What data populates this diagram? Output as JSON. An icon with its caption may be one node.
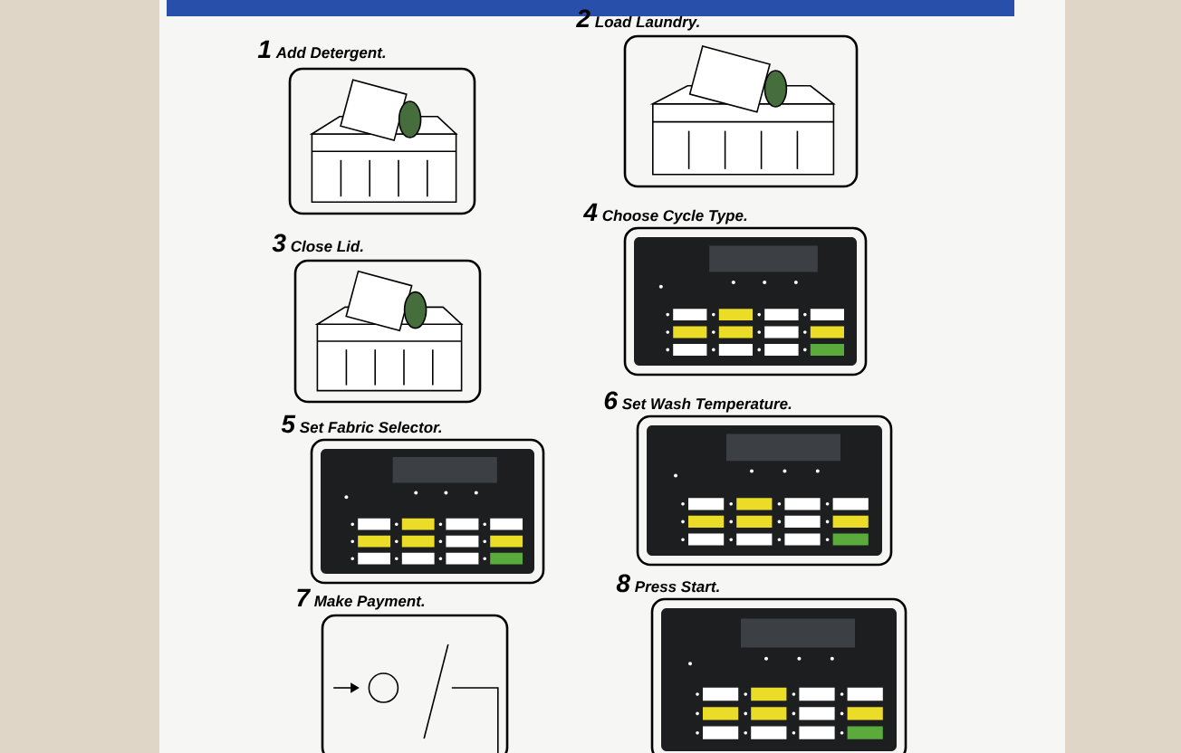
{
  "diagram": {
    "nodes": [
      {
        "text": [
          "1",
          "Add Detergent."
        ]
      },
      {
        "text": [
          "2",
          "Load Laundry."
        ]
      },
      {
        "text": [
          "3",
          "Close Lid."
        ]
      },
      {
        "text": [
          "4",
          "Choose Cycle Type."
        ]
      },
      {
        "text": [
          "5",
          "Set Fabric Selector."
        ]
      },
      {
        "text": [
          "6",
          "Set Wash Temperature."
        ]
      },
      {
        "text": [
          "7",
          "Make Payment."
        ]
      },
      {
        "text": [
          "8",
          "Press Start."
        ]
      }
    ]
  }
}
